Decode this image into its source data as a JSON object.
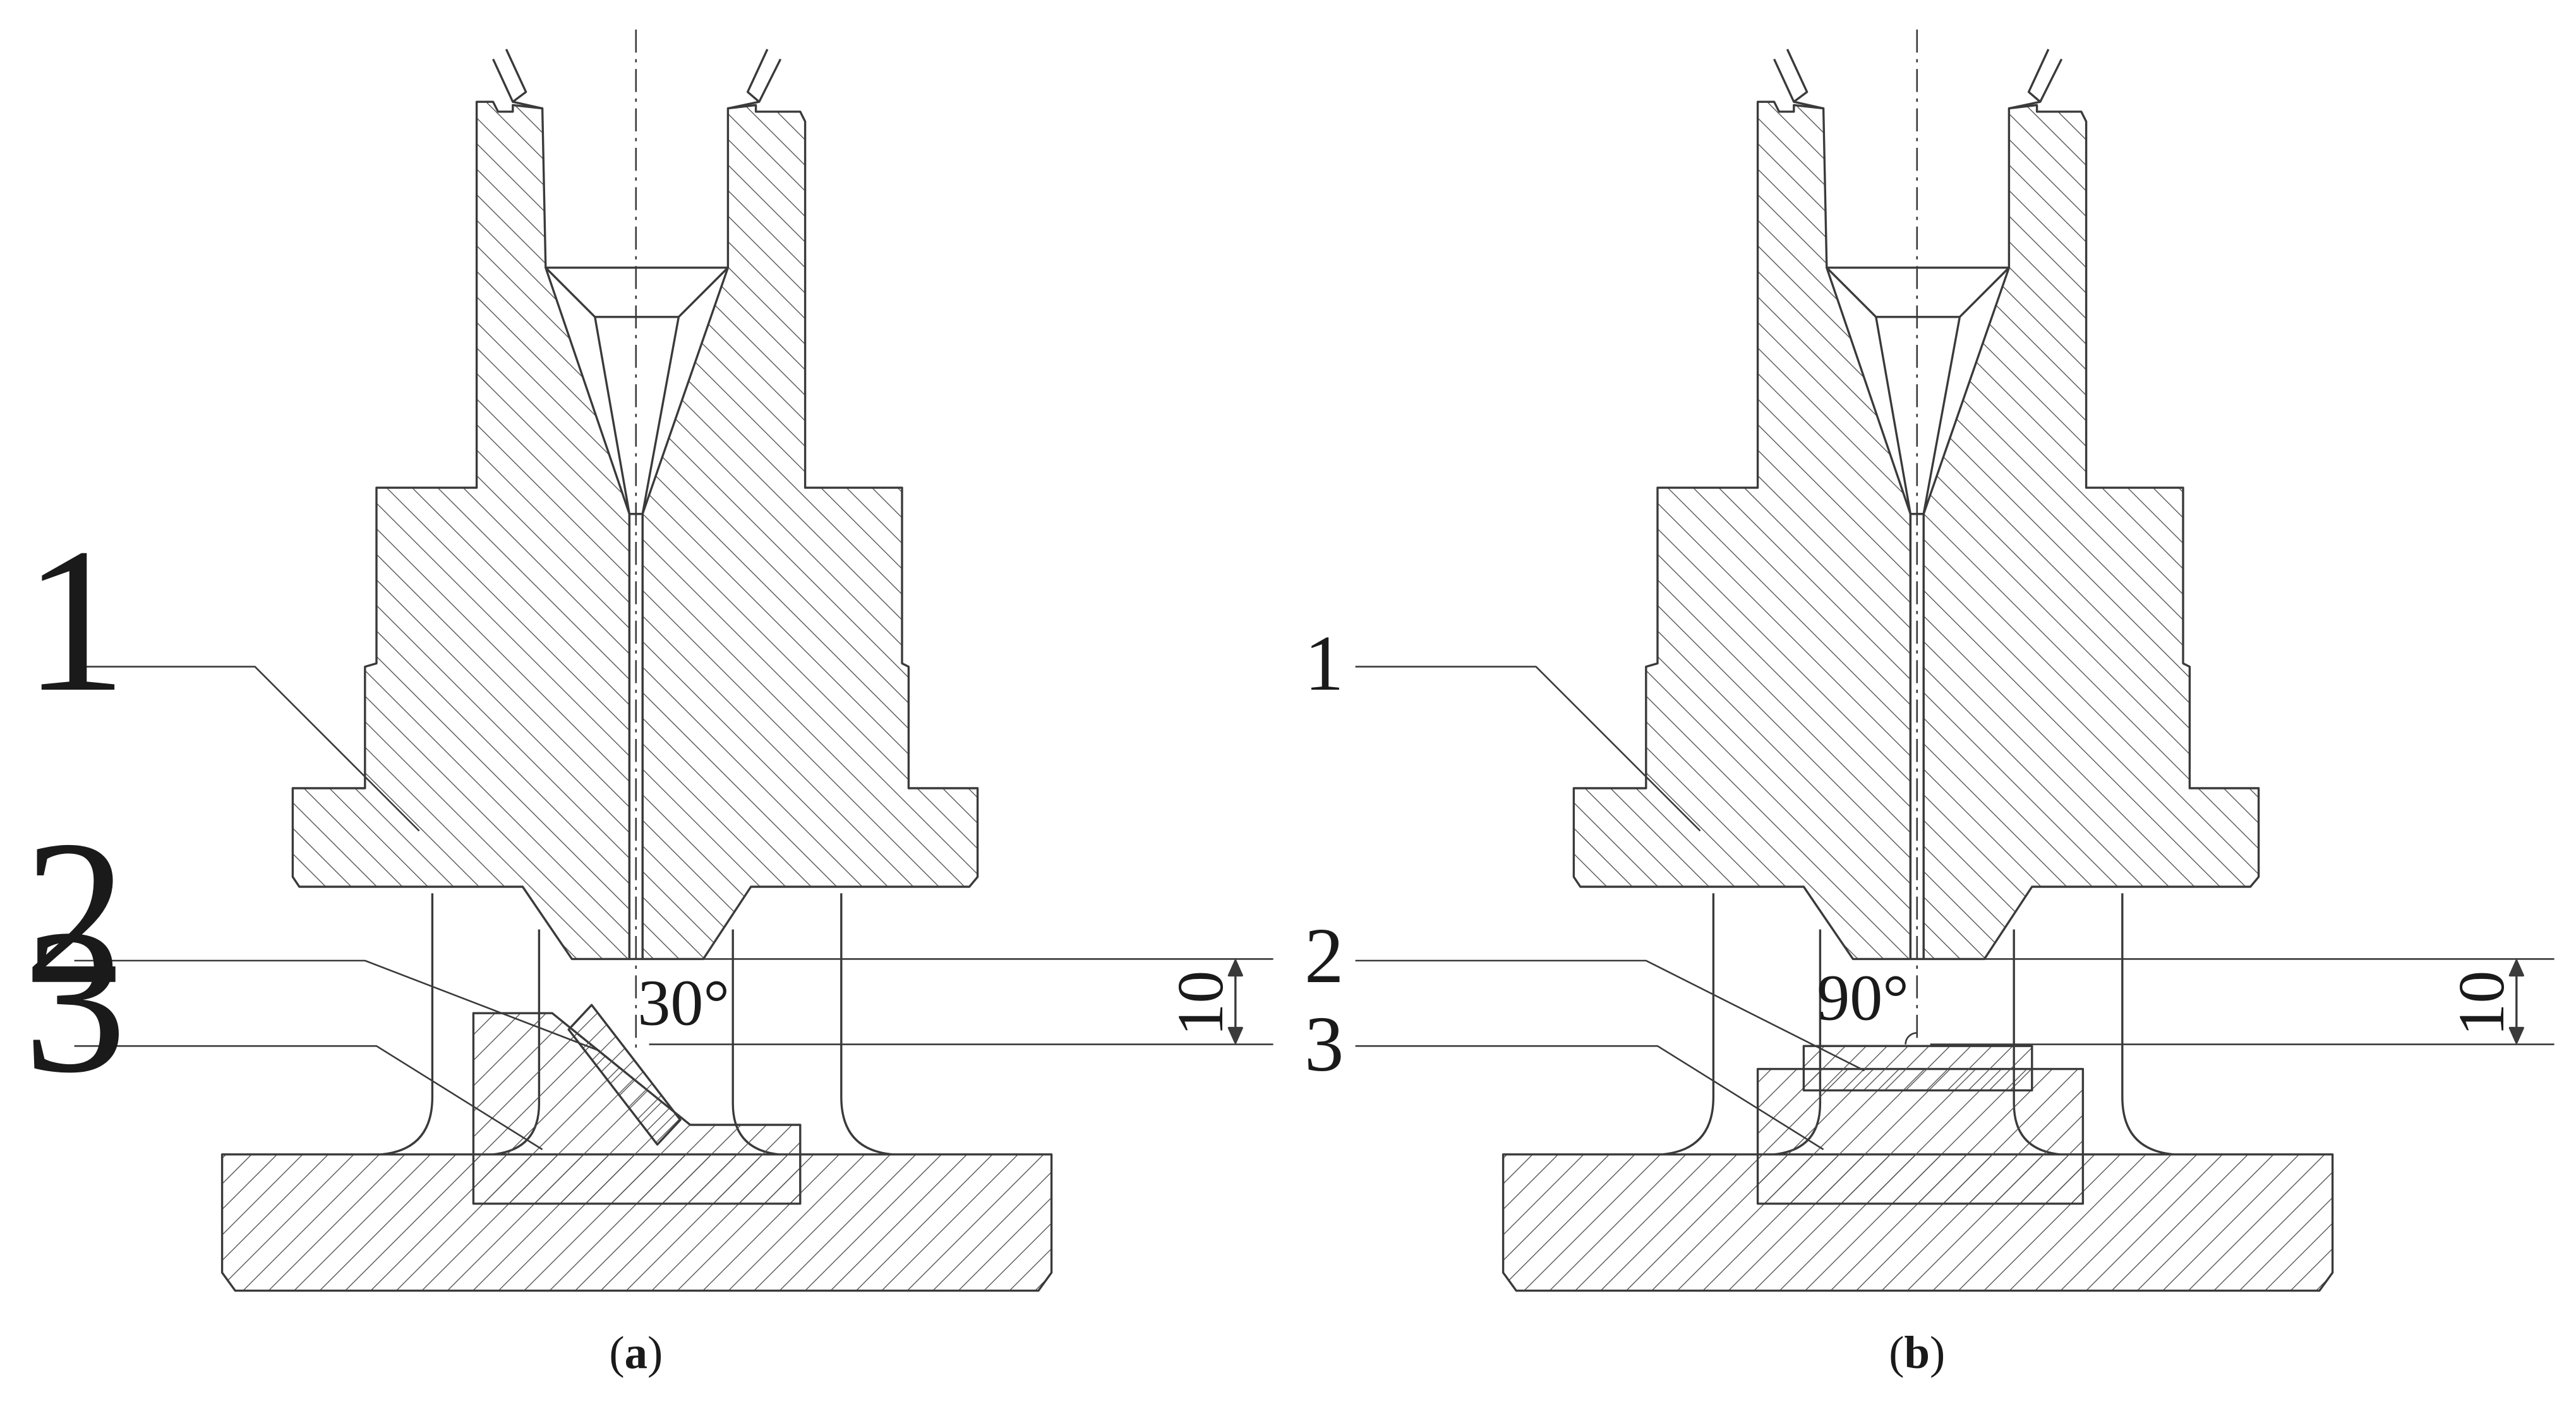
{
  "colors": {
    "line": "#3a3a3a",
    "hatch": "#4a4a4a",
    "background": "#ffffff"
  },
  "panels": [
    {
      "caption_open": "(",
      "caption_letter": "a",
      "caption_close": ")",
      "angle_label": "30°",
      "dimension_label": "10",
      "callouts": [
        "1",
        "2",
        "3"
      ]
    },
    {
      "caption_open": "(",
      "caption_letter": "b",
      "caption_close": ")",
      "angle_label": "90°",
      "dimension_label": "10",
      "callouts": [
        "1",
        "2",
        "3"
      ]
    }
  ]
}
